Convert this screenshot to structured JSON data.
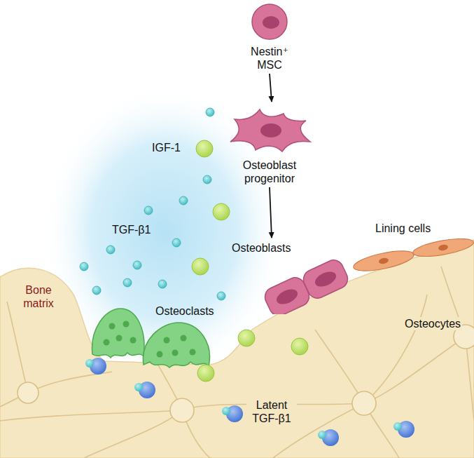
{
  "diagram": {
    "nodes": [
      {
        "text": [
          "Nestin⁺ MSC"
        ]
      },
      {
        "text": [
          "Osteoblast progenitor"
        ]
      },
      {
        "text": [
          "Osteoblasts"
        ]
      }
    ],
    "edges": [
      {
        "from": 0,
        "to": 1,
        "arrow": "to"
      },
      {
        "from": 1,
        "to": 2,
        "arrow": "to"
      }
    ],
    "labels": [
      "IGF-1",
      "TGF-β1",
      "Lining cells",
      "Osteoclasts",
      "Bone matrix",
      "Osteocytes",
      "Latent TGF-β1"
    ]
  }
}
